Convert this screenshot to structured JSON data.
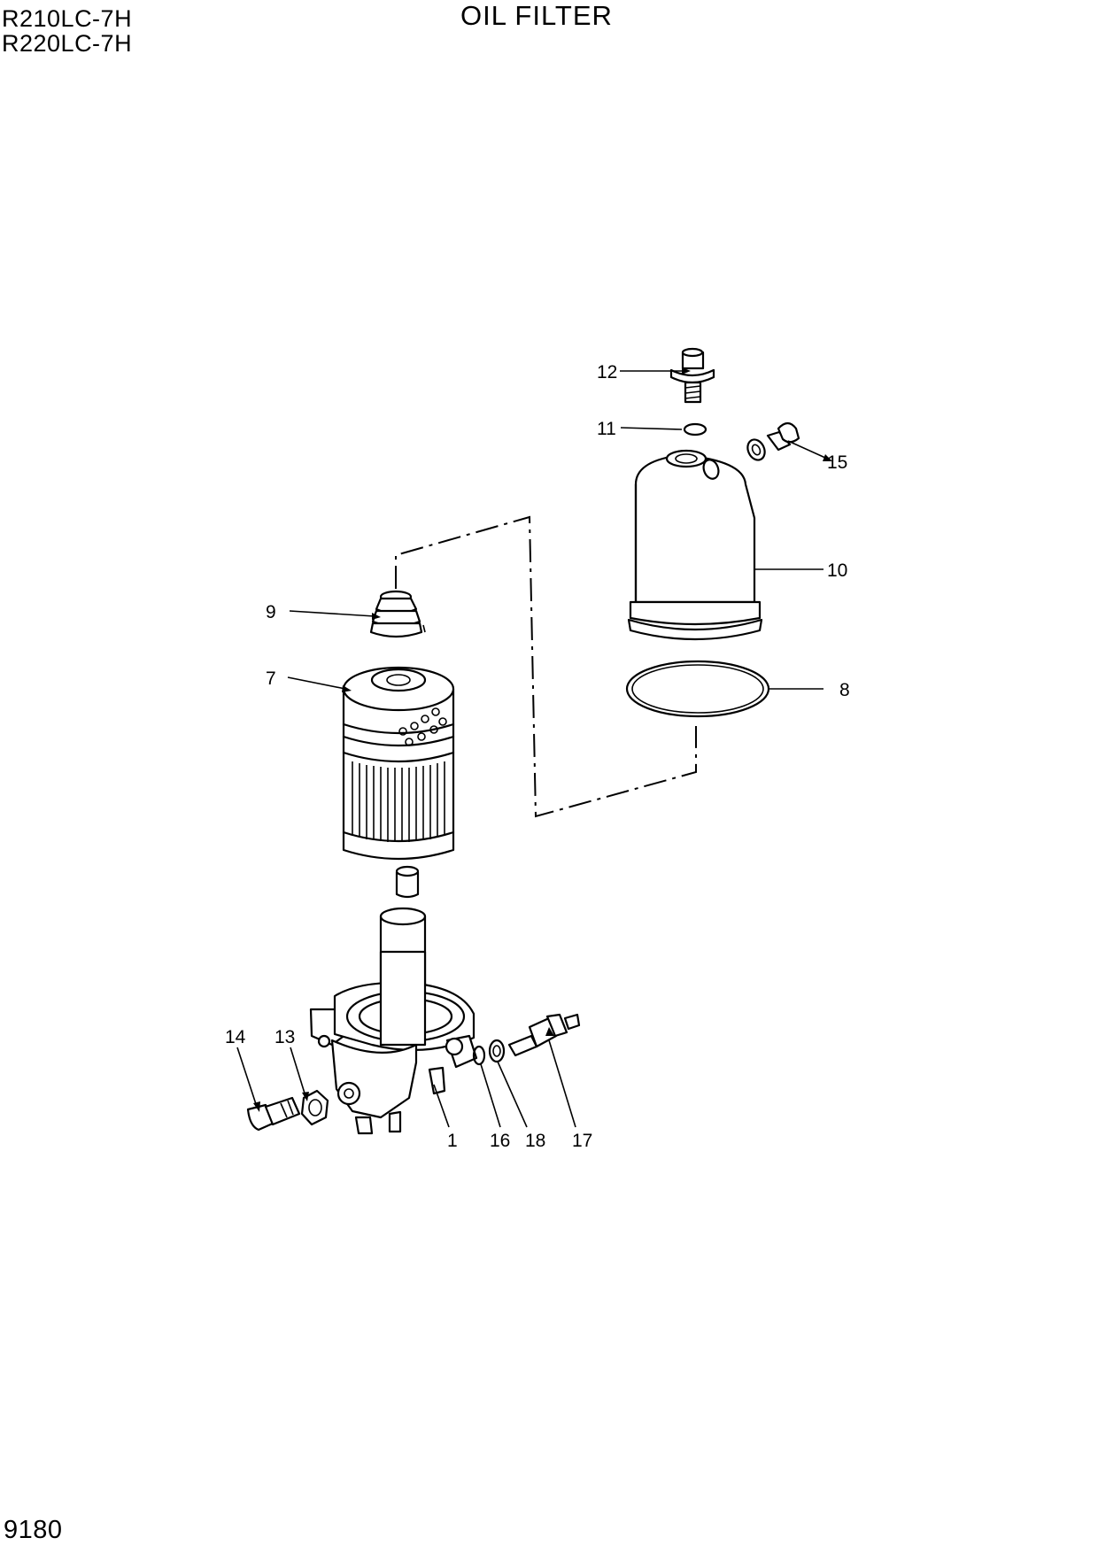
{
  "header": {
    "models": [
      "R210LC-7H",
      "R220LC-7H"
    ],
    "title": "OIL FILTER"
  },
  "footer": {
    "page_number": "9180"
  },
  "callouts": [
    "12",
    "11",
    "15",
    "10",
    "9",
    "7",
    "8",
    "14",
    "13",
    "1",
    "16",
    "18",
    "17"
  ]
}
